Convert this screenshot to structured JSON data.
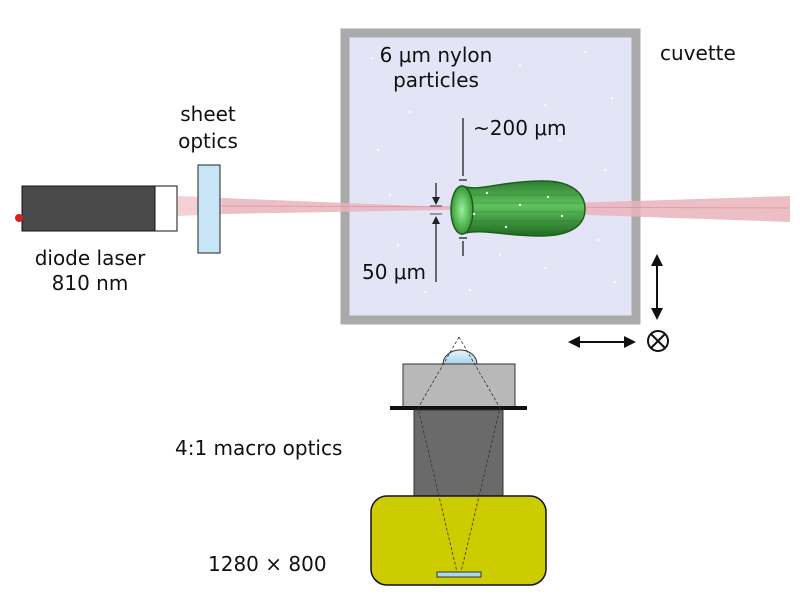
{
  "labels": {
    "laser_line1": "diode laser",
    "laser_line2": "810 nm",
    "sheet_line1": "sheet",
    "sheet_line2": "optics",
    "particles_line1": "6 μm nylon",
    "particles_line2": "particles",
    "cuvette": "cuvette",
    "width_200": "~200 μm",
    "height_50": "50 μm",
    "macro": "4:1 macro optics",
    "camera": "1280 × 800"
  },
  "colors": {
    "laser_body": "#4a4a4a",
    "laser_emitter": "#d42020",
    "sheet_optic": "#c8e4f7",
    "beam": "#e9b4bc",
    "cuvette_frame": "#aaaaaa",
    "cuvette_fill": "#e4e4f7",
    "probe_volume": "#2e8b2e",
    "lens_housing": "#b8b8b8",
    "lens_body": "#6a6a6a",
    "camera_body": "#cccc00",
    "sensor": "#a8d8ea"
  },
  "icons": {
    "vertical_arrow": "double-arrow-vertical-icon",
    "horizontal_arrow": "double-arrow-horizontal-icon",
    "into_page": "into-page-circle-cross-icon"
  }
}
